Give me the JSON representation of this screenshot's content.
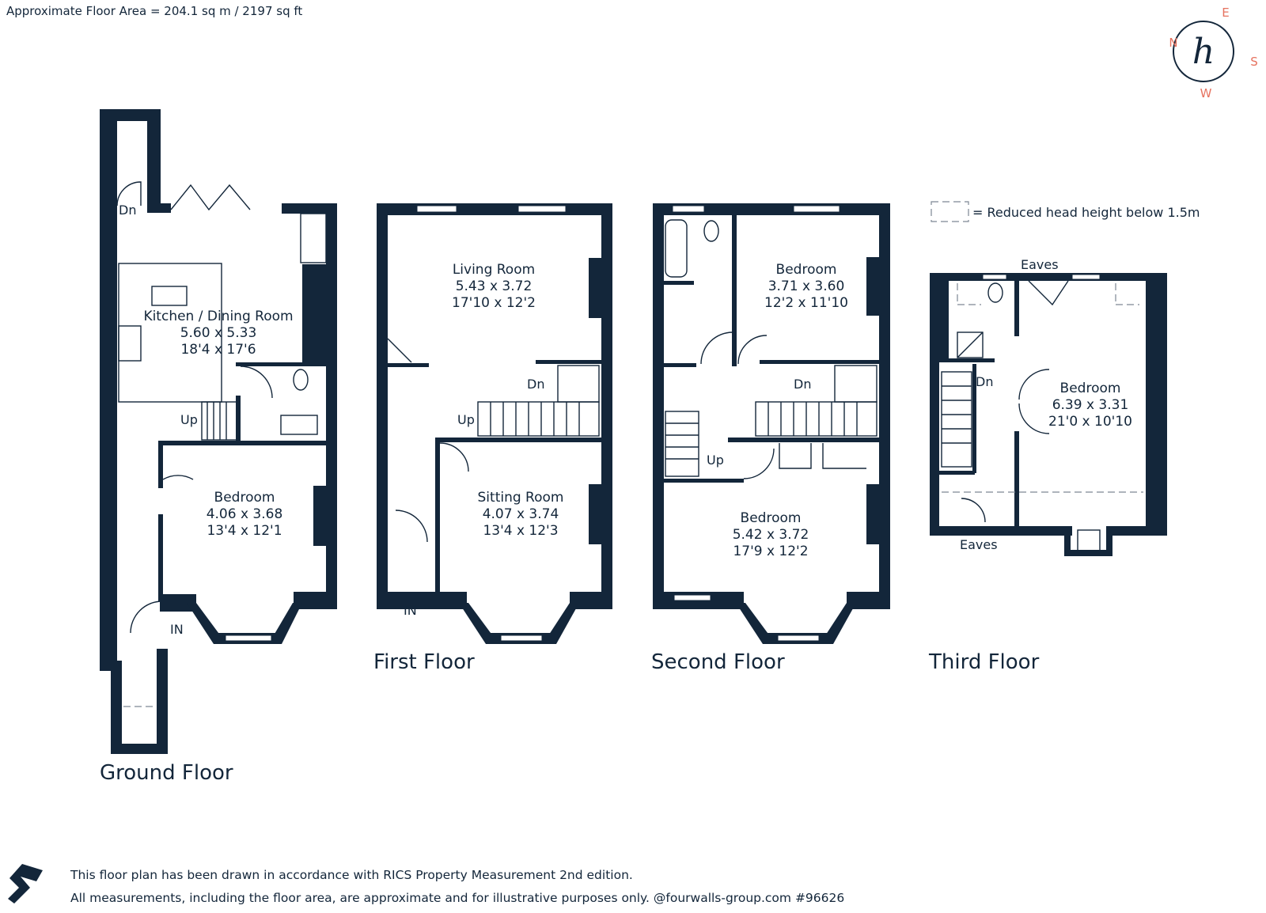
{
  "header": {
    "floor_area": "Approximate Floor Area = 204.1 sq m / 2197 sq ft"
  },
  "compass": {
    "n": "N",
    "e": "E",
    "s": "S",
    "w": "W",
    "logo_letter": "h",
    "accent": "#e6725f"
  },
  "legend": {
    "reduced_head_height": "= Reduced head height below 1.5m"
  },
  "floors": {
    "ground": {
      "title": "Ground Floor",
      "kitchen": {
        "name": "Kitchen / Dining Room",
        "metric": "5.60 x 5.33",
        "imperial": "18'4 x 17'6"
      },
      "bedroom": {
        "name": "Bedroom",
        "metric": "4.06 x 3.68",
        "imperial": "13'4 x 12'1"
      },
      "dn": "Dn",
      "up": "Up",
      "in": "IN"
    },
    "first": {
      "title": "First Floor",
      "living": {
        "name": "Living Room",
        "metric": "5.43 x 3.72",
        "imperial": "17'10 x 12'2"
      },
      "sitting": {
        "name": "Sitting Room",
        "metric": "4.07 x 3.74",
        "imperial": "13'4 x 12'3"
      },
      "dn": "Dn",
      "up": "Up",
      "in": "IN"
    },
    "second": {
      "title": "Second Floor",
      "bedroom_rear": {
        "name": "Bedroom",
        "metric": "3.71 x 3.60",
        "imperial": "12'2 x 11'10"
      },
      "bedroom_front": {
        "name": "Bedroom",
        "metric": "5.42 x 3.72",
        "imperial": "17'9 x 12'2"
      },
      "dn": "Dn",
      "up": "Up"
    },
    "third": {
      "title": "Third Floor",
      "bedroom": {
        "name": "Bedroom",
        "metric": "6.39 x 3.31",
        "imperial": "21'0 x 10'10"
      },
      "eaves_top": "Eaves",
      "eaves_bottom": "Eaves",
      "dn": "Dn"
    }
  },
  "footer": {
    "line1": "This floor plan has been drawn in accordance with RICS Property Measurement 2nd edition.",
    "line2": "All measurements, including the floor area, are approximate and for illustrative purposes only. @fourwalls-group.com #96626"
  }
}
